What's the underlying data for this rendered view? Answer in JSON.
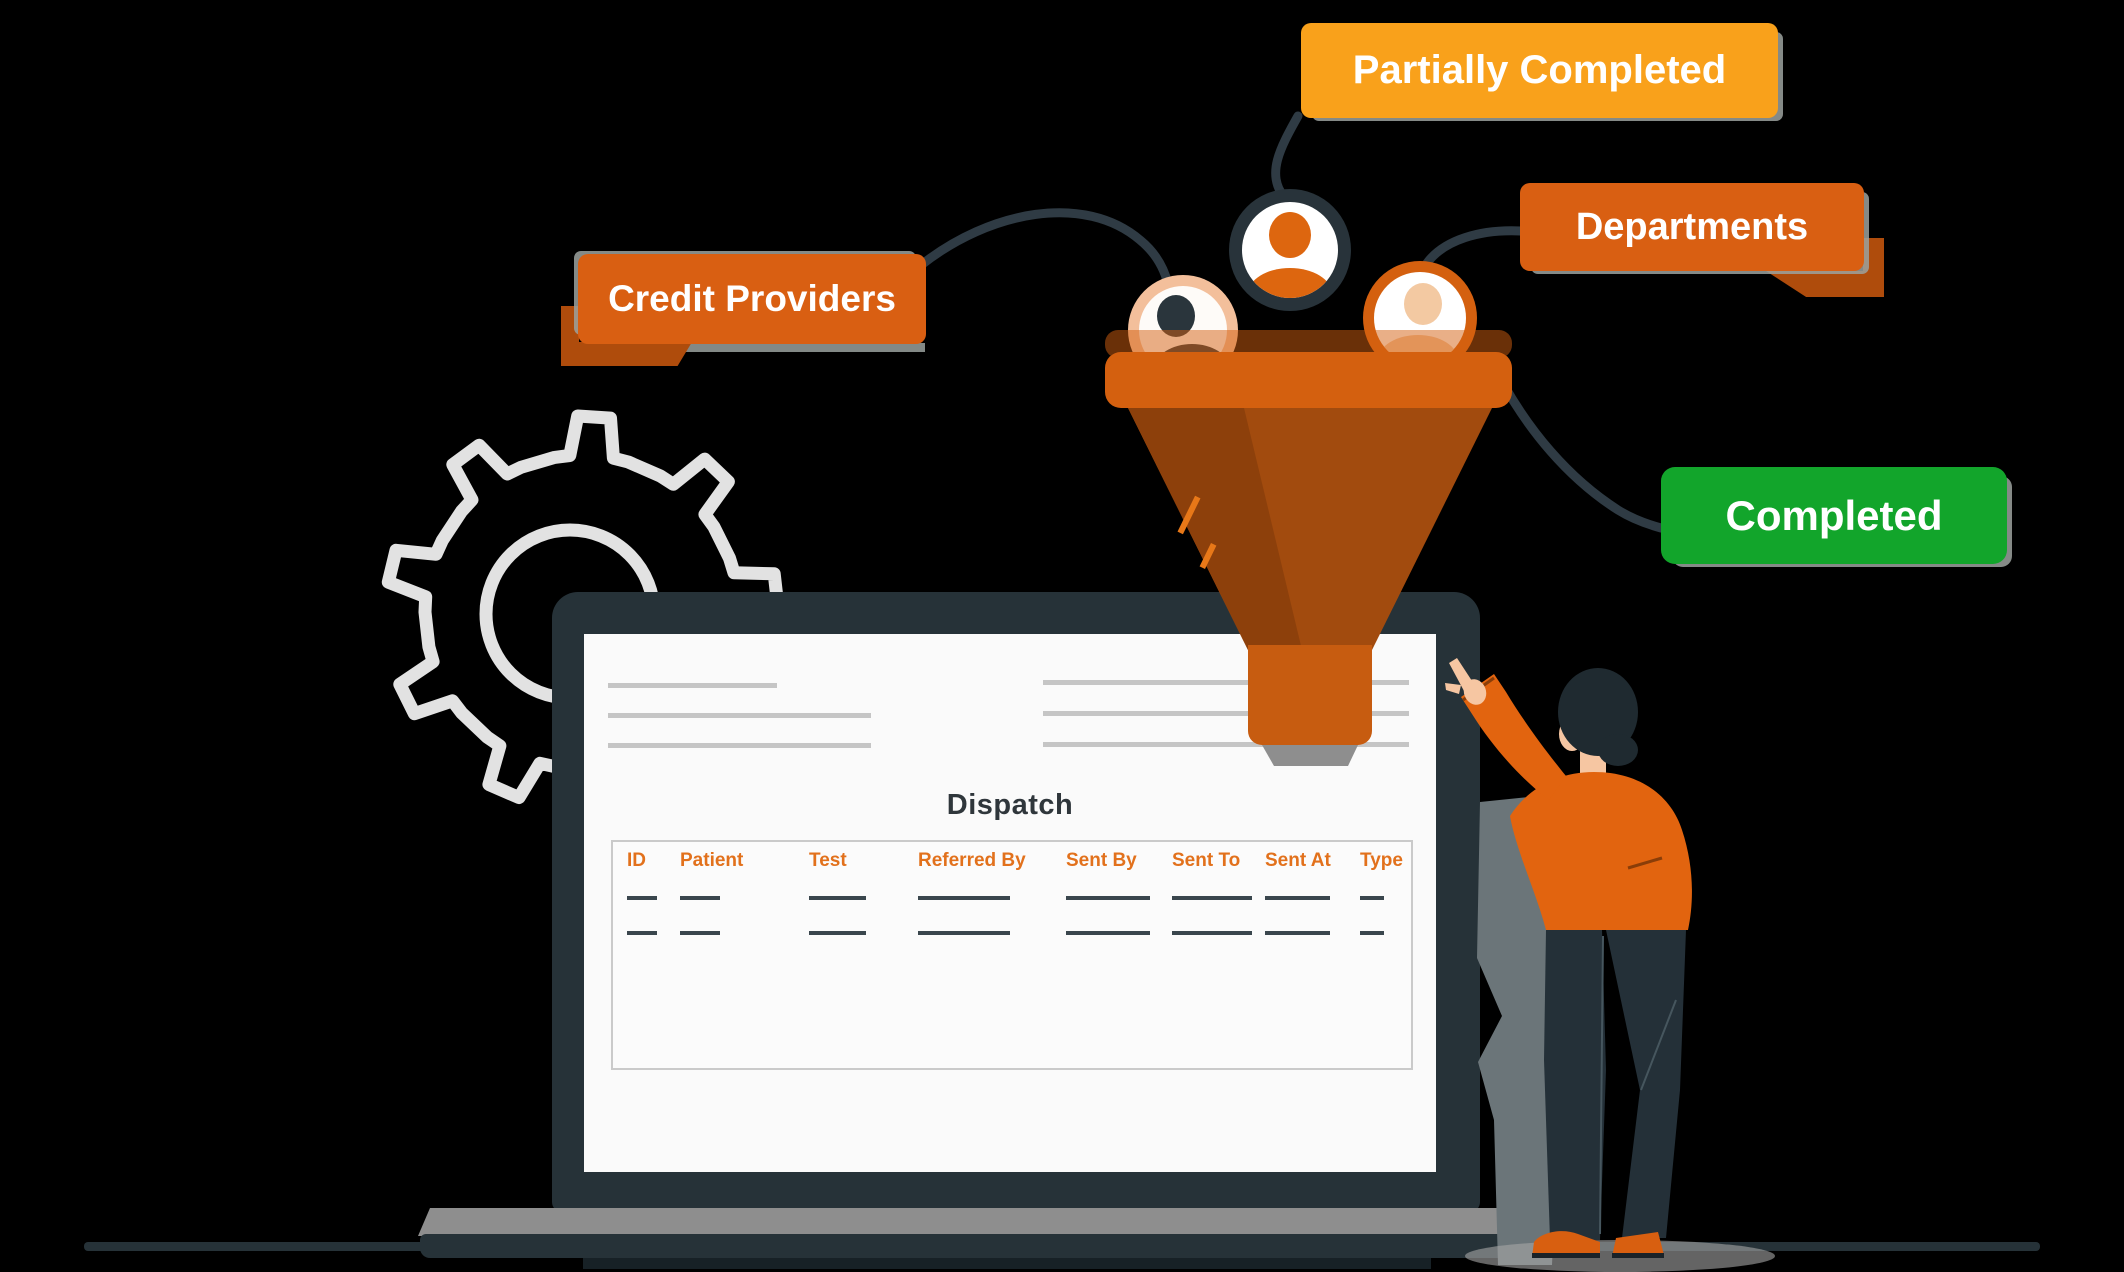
{
  "banners": {
    "partially_completed": {
      "label": "Partially Completed",
      "color": "#F9A11B",
      "text_color": "#FFFFFF"
    },
    "departments": {
      "label": "Departments",
      "color": "#D95F12",
      "fold_color": "#AF4C0C",
      "text_color": "#FFFFFF"
    },
    "credit_providers": {
      "label": "Credit Providers",
      "color": "#D95F12",
      "fold_color": "#AF4C0C",
      "text_color": "#FFFFFF"
    },
    "completed": {
      "label": "Completed",
      "color": "#12A52B",
      "text_color": "#FFFFFF"
    }
  },
  "laptop": {
    "title": "Dispatch",
    "table": {
      "headers": [
        "ID",
        "Patient",
        "Test",
        "Referred By",
        "Sent By",
        "Sent To",
        "Sent At",
        "Type"
      ],
      "header_color": "#E2711C",
      "placeholder_row_count": 2
    }
  },
  "illustration": {
    "funnel": {
      "rim_color": "#D4600F",
      "cone_color": "#A24B0E",
      "cone_shade_color": "#8D400B",
      "spout_color": "#C75C10",
      "drip_color": "#8E8E8E"
    },
    "avatars": [
      {
        "icon": "user-avatar-icon",
        "ring_color": "#F3BF9B",
        "person_color": "#2A353C"
      },
      {
        "icon": "user-avatar-icon",
        "ring_color": "#28333A",
        "person_color": "#DD660F"
      },
      {
        "icon": "user-avatar-icon",
        "ring_color": "#D4600F",
        "person_color": "#F3C9A2"
      }
    ],
    "gear": {
      "icon": "gear-icon",
      "color": "#E2E2E2"
    },
    "connector_color": "#2F3B44",
    "person": {
      "sweater_color": "#E2640F",
      "pants_color": "#243038",
      "skin_color": "#F6C6A2",
      "hair_color": "#1F2A30",
      "shoe_color": "#D85F10"
    }
  }
}
